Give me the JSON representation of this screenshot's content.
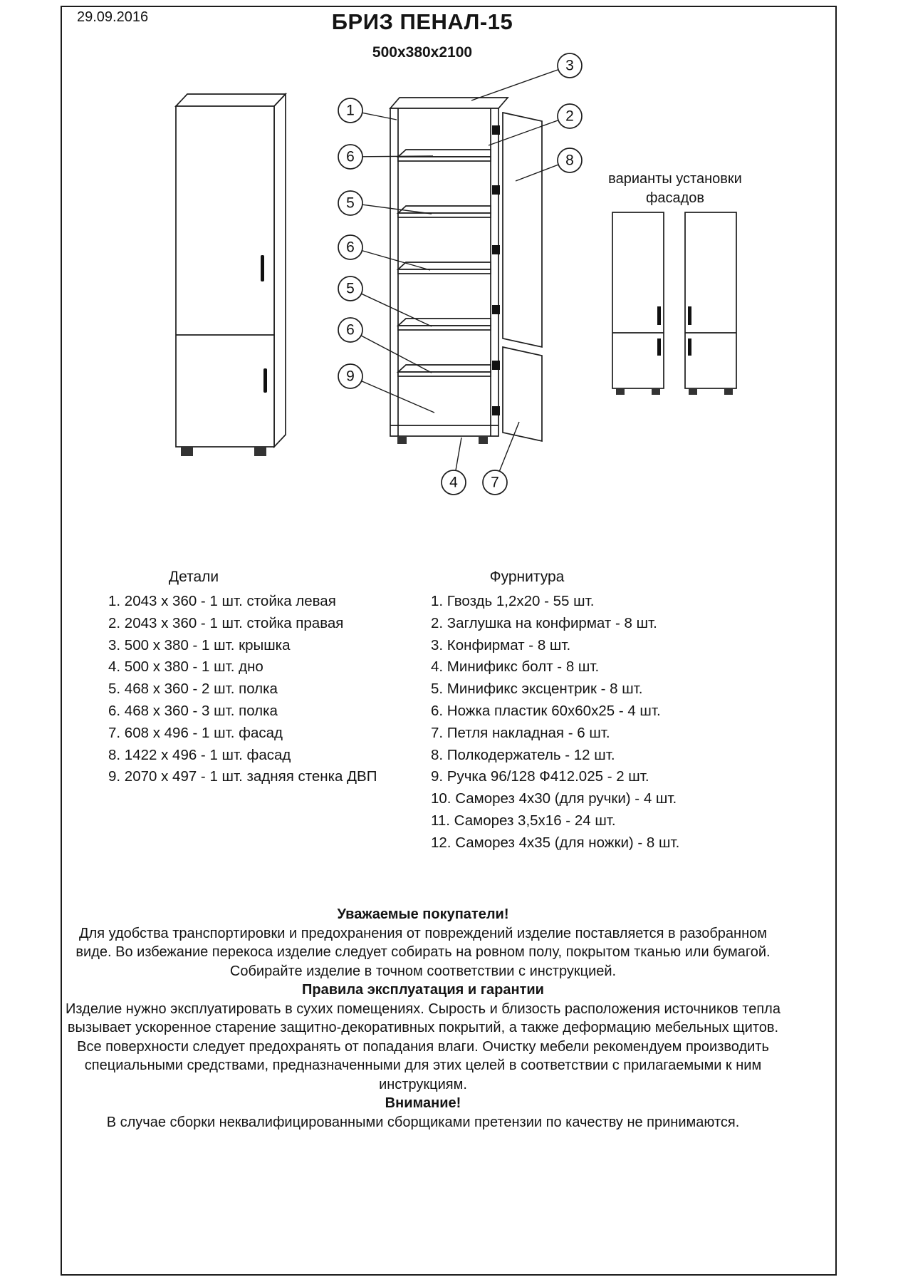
{
  "page": {
    "date": "29.09.2016",
    "title": "БРИЗ ПЕНАЛ-15",
    "dimensions": "500х380х2100"
  },
  "diagram": {
    "facade_label_1": "варианты установки",
    "facade_label_2": "фасадов",
    "callouts": [
      "1",
      "6",
      "5",
      "6",
      "5",
      "6",
      "9",
      "3",
      "2",
      "8",
      "4",
      "7"
    ]
  },
  "parts": {
    "title": "Детали",
    "items": [
      "1. 2043 х 360 - 1 шт. стойка левая",
      "2. 2043 х 360 - 1 шт. стойка правая",
      "3. 500 х 380 - 1 шт. крышка",
      "4. 500 х 380 - 1 шт. дно",
      "5. 468 х 360 - 2 шт. полка",
      "6. 468 х 360 - 3 шт. полка",
      "7. 608 х 496 - 1 шт. фасад",
      "8. 1422 х 496 - 1 шт. фасад",
      "9. 2070 х 497 - 1 шт. задняя стенка ДВП"
    ]
  },
  "hardware": {
    "title": "Фурнитура",
    "items": [
      "1. Гвоздь 1,2х20 - 55 шт.",
      "2. Заглушка на конфирмат - 8 шт.",
      "3. Конфирмат - 8 шт.",
      "4. Минификс болт - 8 шт.",
      "5. Минификс эксцентрик - 8 шт.",
      "6. Ножка пластик 60х60х25 - 4 шт.",
      "7. Петля накладная - 6 шт.",
      "8. Полкодержатель - 12 шт.",
      "9. Ручка 96/128 Ф412.025 - 2 шт.",
      "10. Саморез 4х30 (для ручки) - 4 шт.",
      "11. Саморез 3,5х16 - 24 шт.",
      "12. Саморез 4х35 (для ножки) - 8 шт."
    ]
  },
  "notes": {
    "customers_heading": "Уважаемые покупатели!",
    "customers_text": "Для удобства транспортировки и предохранения от повреждений изделие поставляется в разобранном виде. Во избежание перекоса изделие следует собирать на ровном полу, покрытом тканью или бумагой. Собирайте изделие в точном соответствии с инструкцией.",
    "rules_heading": "Правила эксплуатация и гарантии",
    "rules_text": "Изделие нужно эксплуатировать в сухих помещениях. Сырость и близость расположения источников тепла вызывает ускоренное старение защитно-декоративных покрытий, а также деформацию мебельных щитов. Все поверхности следует предохранять от попадания влаги. Очистку мебели рекомендуем производить специальными средствами, предназначенными для этих целей в соответствии с прилагаемыми к ним инструкциям.",
    "attention_heading": "Внимание!",
    "attention_text": "В случае сборки неквалифицированными сборщиками претензии по качеству не принимаются."
  }
}
